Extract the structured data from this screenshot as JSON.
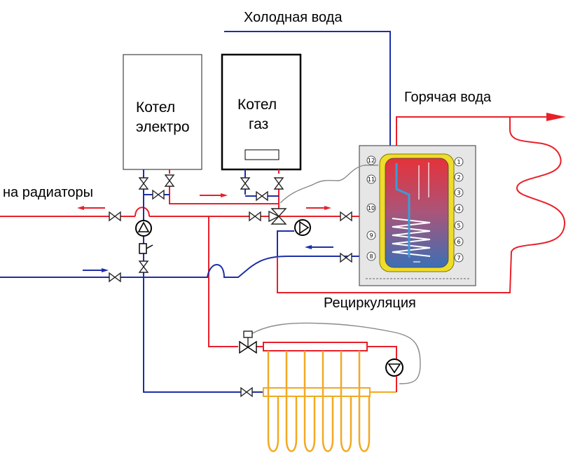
{
  "labels": {
    "cold_water": "Холодная вода",
    "hot_water": "Горячая вода",
    "to_radiators": "на радиаторы",
    "recirculation": "Рециркуляция"
  },
  "boilers": {
    "electric": {
      "line1": "Котел",
      "line2": "электро"
    },
    "gas": {
      "line1": "Котел",
      "line2": "газ"
    }
  },
  "tank_labels": {
    "left": [
      "12",
      "11",
      "10",
      "9",
      "8"
    ],
    "right": [
      "1",
      "2",
      "3",
      "4",
      "5",
      "6",
      "7"
    ]
  },
  "colors": {
    "supply": "#e8202a",
    "return": "#1c2fa8",
    "floor_loop": "#f2a922",
    "tank_outline": "#f0dc2a",
    "sensor_wire": "#8a8a8a"
  }
}
